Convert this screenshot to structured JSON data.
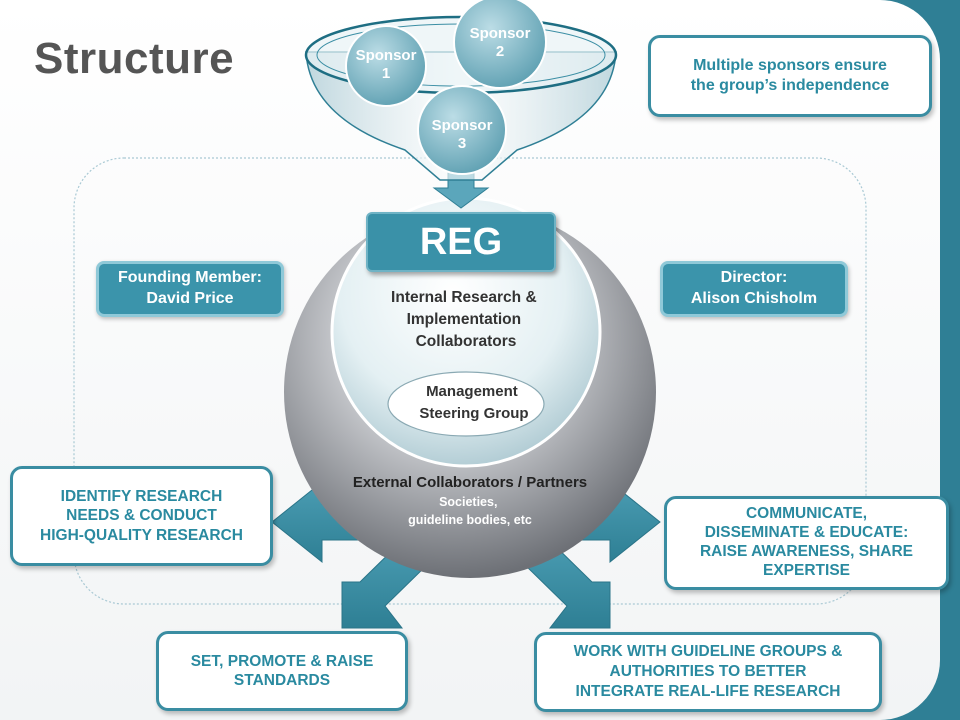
{
  "title": "Structure",
  "sponsors": [
    "Sponsor\n1",
    "Sponsor\n2",
    "Sponsor\n3"
  ],
  "sponsors_note": [
    "Multiple sponsors ensure",
    "the group’s independence"
  ],
  "center": {
    "reg_label": "REG",
    "internal": [
      "Internal Research &",
      "Implementation",
      "Collaborators"
    ],
    "management": [
      "Management",
      "Steering Group"
    ],
    "external_title": "External Collaborators / Partners",
    "external_sub": [
      "Societies,",
      "guideline bodies, etc"
    ]
  },
  "founding_member": [
    "Founding Member:",
    "David Price"
  ],
  "director": [
    "Director:",
    "Alison Chisholm"
  ],
  "activities": {
    "research": [
      "IDENTIFY RESEARCH",
      "NEEDS & CONDUCT",
      "HIGH-QUALITY RESEARCH"
    ],
    "communicate": [
      "COMMUNICATE,",
      "DISSEMINATE & EDUCATE:",
      "RAISE AWARENESS, SHARE",
      "EXPERTISE"
    ],
    "standards": [
      "SET, PROMOTE & RAISE",
      "STANDARDS"
    ],
    "guidelines": [
      "WORK WITH GUIDELINE GROUPS &",
      "AUTHORITIES TO BETTER",
      "INTEGRATE REAL-LIFE RESEARCH"
    ]
  },
  "colors": {
    "teal": "#3a8da2",
    "teal_text": "#2a8aa0",
    "sphere_outer": "#7a7c82",
    "frame": "#2f7f95"
  }
}
